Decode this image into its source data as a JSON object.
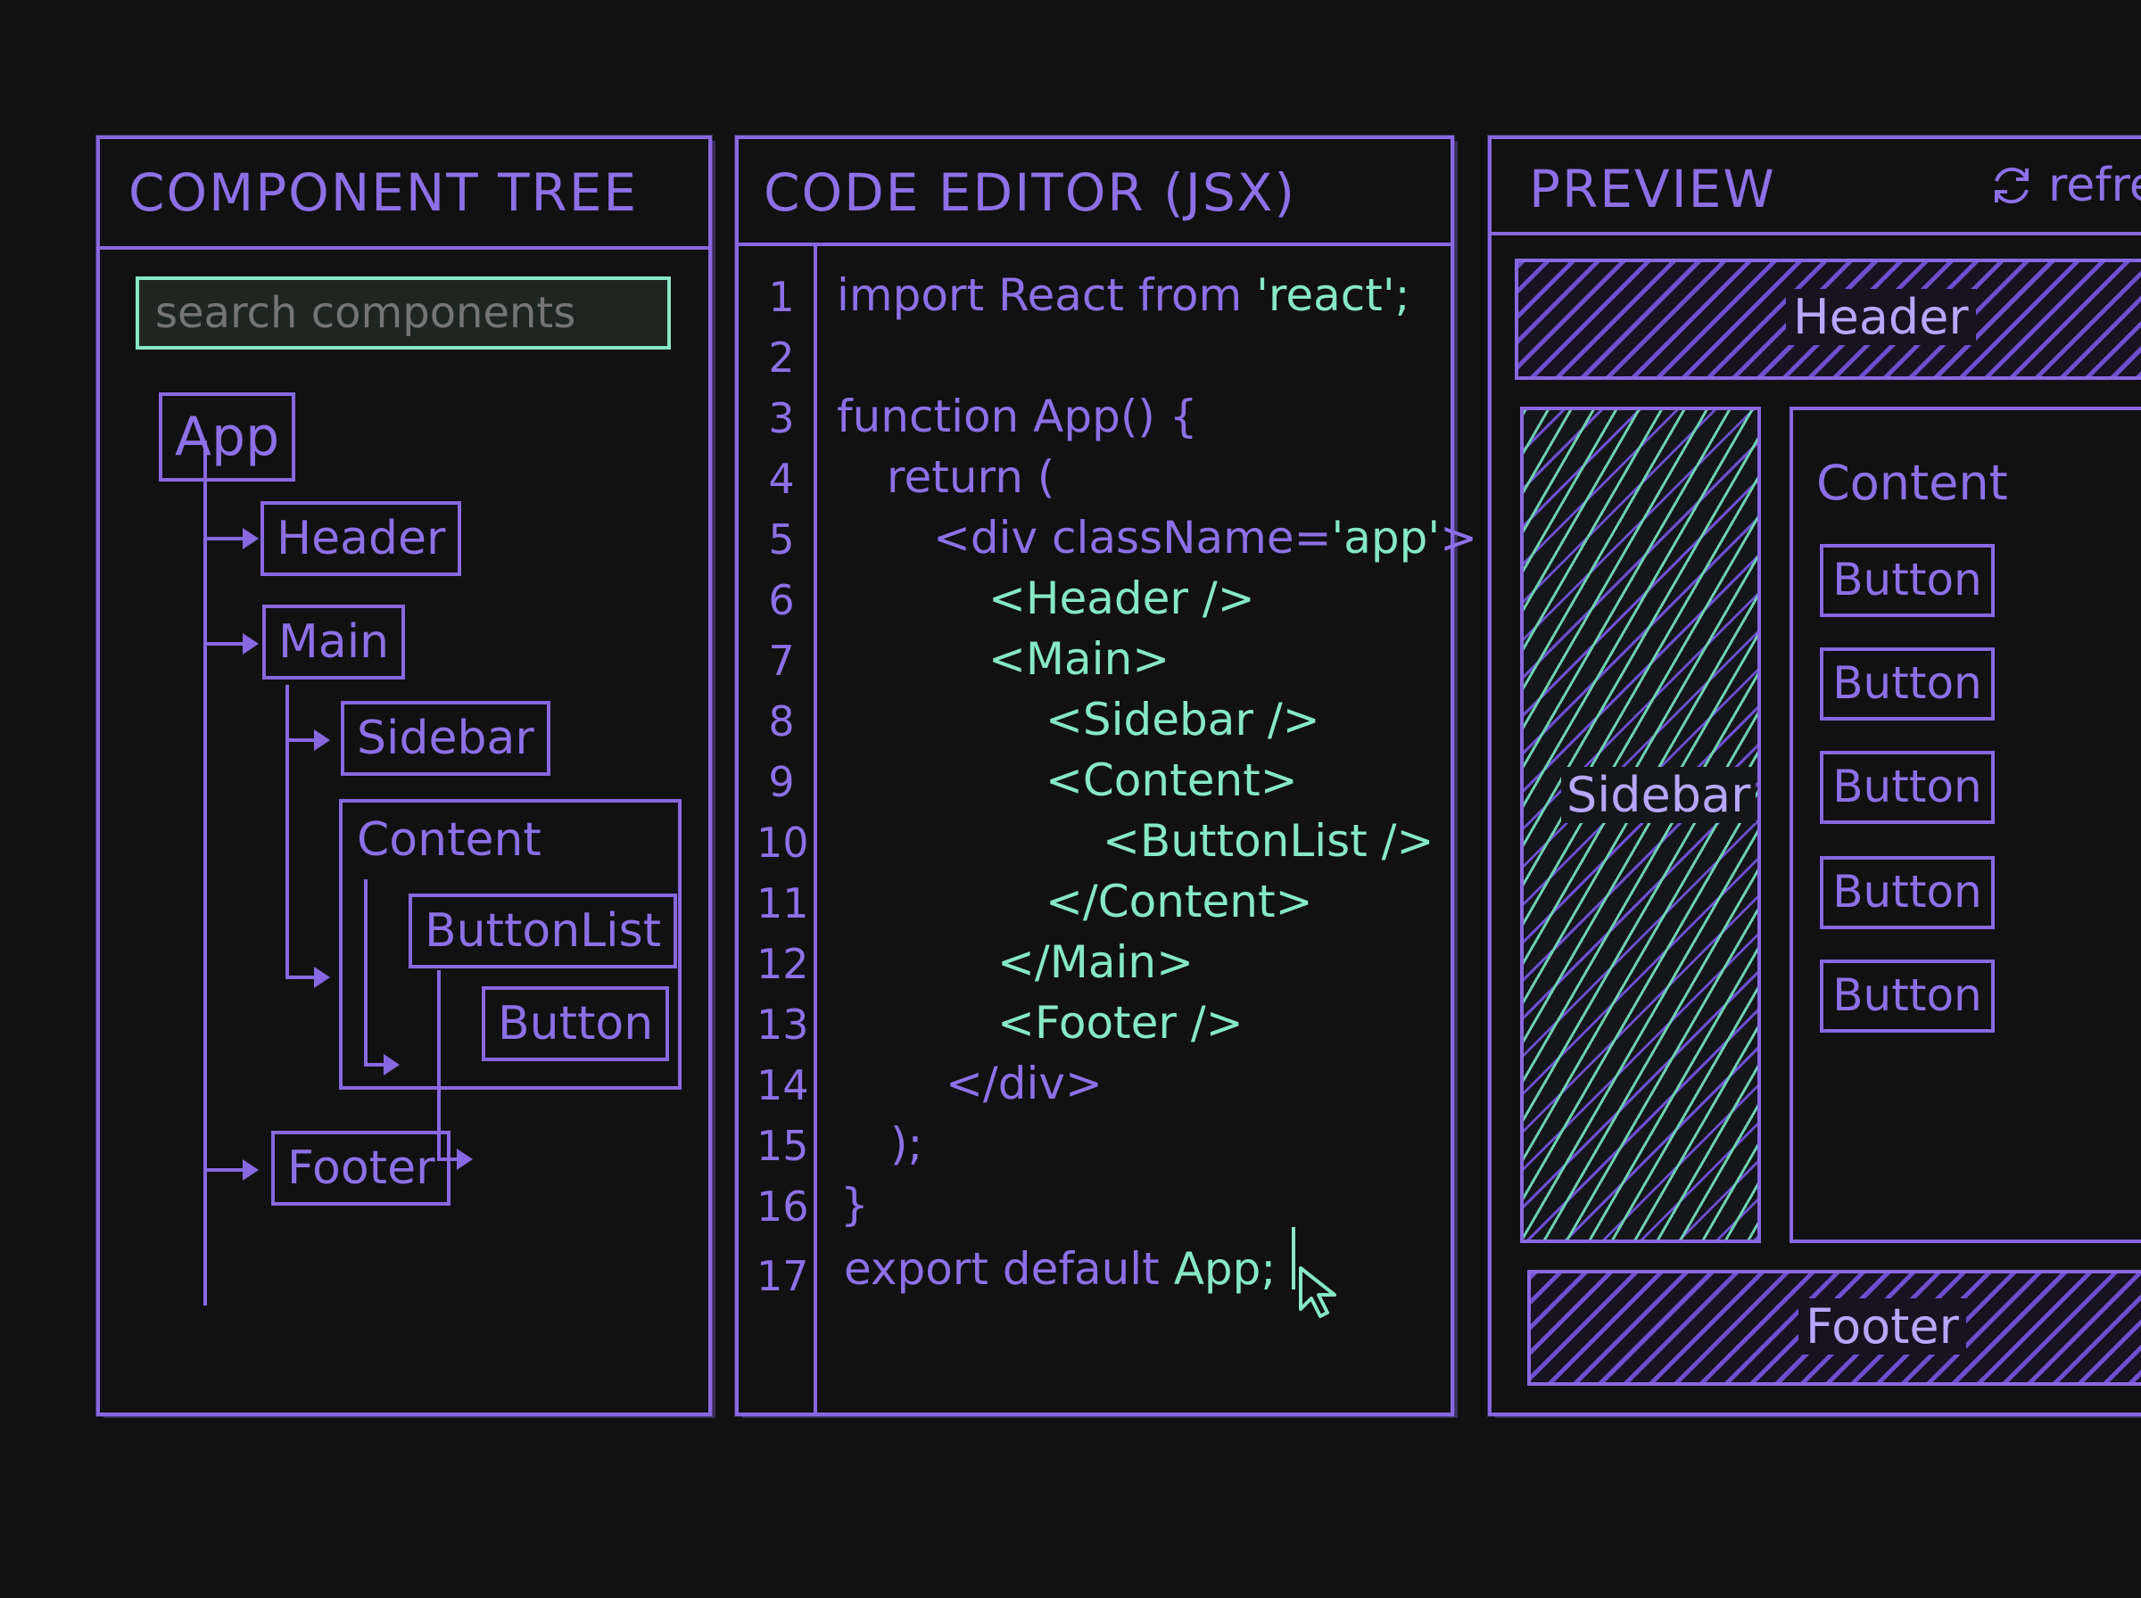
{
  "component_tree": {
    "title": "COMPONENT TREE",
    "search_placeholder": "search components",
    "nodes": {
      "app": "App",
      "header": "Header",
      "main": "Main",
      "sidebar": "Sidebar",
      "content": "Content",
      "buttonlist": "ButtonList",
      "button": "Button",
      "footer": "Footer"
    }
  },
  "code_editor": {
    "title": "CODE EDITOR (JSX)",
    "line_numbers": [
      "1",
      "2",
      "3",
      "4",
      "5",
      "6",
      "7",
      "8",
      "9",
      "10",
      "11",
      "12",
      "13",
      "14",
      "15",
      "16",
      "17"
    ],
    "lines": {
      "l1a": "import React from ",
      "l1b": "'react';",
      "l3": "function App() {",
      "l4": "return (",
      "l5a": "<div className=",
      "l5b": "'app'",
      "l5c": ">",
      "l6": "<Header />",
      "l7": "<Main>",
      "l8": "<Sidebar />",
      "l9": "<Content>",
      "l10": "<ButtonList />",
      "l11": "</Content>",
      "l12": "</Main>",
      "l13": "<Footer />",
      "l14": "</div>",
      "l15": ");",
      "l16": "}",
      "l17a": "export default ",
      "l17b": "App;"
    }
  },
  "preview": {
    "title": "PREVIEW",
    "refresh_label": "refre",
    "header_label": "Header",
    "sidebar_label": "Sidebar",
    "content_label": "Content",
    "buttons": [
      "Button",
      "Button",
      "Button",
      "Button",
      "Button"
    ],
    "footer_label": "Footer"
  },
  "colors": {
    "background": "#111111",
    "purple": "#8868e0",
    "green": "#86e8c4"
  },
  "icons": [
    "refresh-icon",
    "mouse-cursor-icon",
    "tree-arrow-icon"
  ]
}
